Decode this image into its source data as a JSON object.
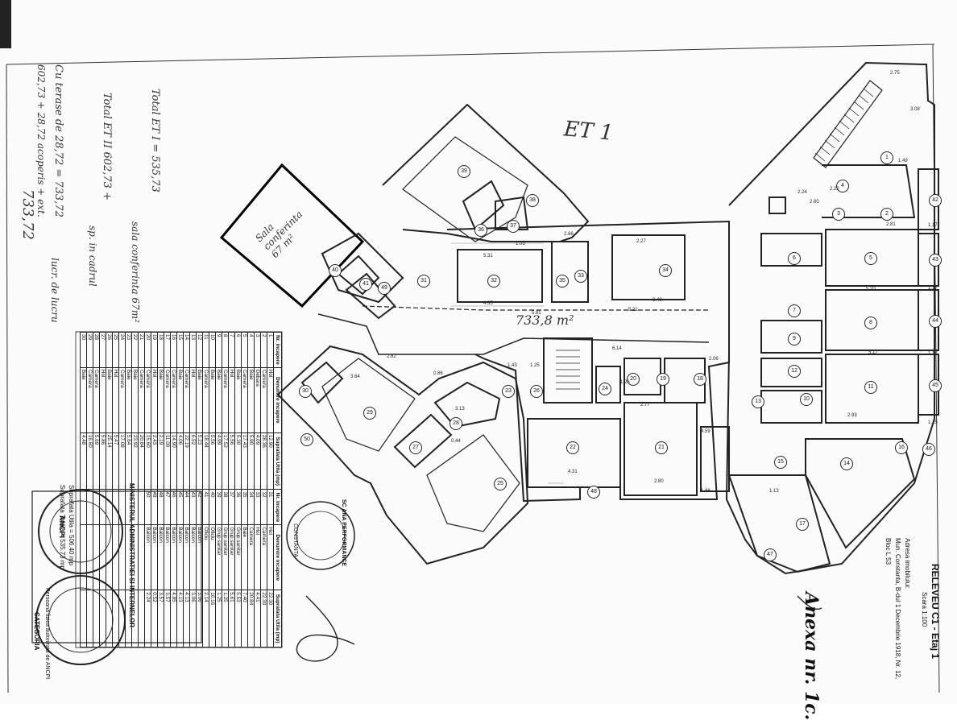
{
  "title_block": {
    "title": "RELEVEU C1 - Etaj 1",
    "scale": "Scara 1:100",
    "address_label": "Adresa imobilului:",
    "address_line1": "Mun. Constanta, B-dul 1 Decembrie 1918, Nr. 12,",
    "address_line2": "Bloc L 53",
    "annex": "Anexa nr. 1c."
  },
  "handwritten": {
    "floor_label": "ET 1",
    "area_center": "733,8 m²",
    "hatched_room_line1": "Sala",
    "hatched_room_line2": "conferinta",
    "hatched_room_line3": "67 m²",
    "note_1": "Total ET I = 535,73",
    "note_2": "sala conferinta 67m²",
    "note_3": "Total ET II 602,73 +",
    "note_4": "sp. in cadrul",
    "note_5": "Cu terase de 28,72 = 733,72",
    "note_6": "602,73 + 28,72 acoperis + ext.",
    "note_7": "733,72",
    "note_8": "lucr. de lucru"
  },
  "legend": {
    "headers": [
      "Nr. incapere",
      "Denumire incapere",
      "Suprafata Utila (mp)",
      "Nr. incapere",
      "Denumire incapere",
      "Suprafata Utila (mp)"
    ],
    "rows_left": [
      [
        "1",
        "Hol",
        "12.90"
      ],
      [
        "2",
        "Camera",
        "28.36"
      ],
      [
        "3",
        "Debara",
        "4.09"
      ],
      [
        "4",
        "Baie",
        "5.90"
      ],
      [
        "5",
        "Camera",
        "17.43"
      ],
      [
        "6",
        "Baie",
        "5.30"
      ],
      [
        "7",
        "Hol",
        "5.56"
      ],
      [
        "8",
        "Camera",
        "17.52"
      ],
      [
        "9",
        "Baie",
        "4.99"
      ],
      [
        "10",
        "Baie",
        "5.56"
      ],
      [
        "11",
        "Camera",
        "18.44"
      ],
      [
        "12",
        "Baie",
        "5.23"
      ],
      [
        "13",
        "Hol",
        "6.52"
      ],
      [
        "14",
        "Camera",
        "22.19"
      ],
      [
        "15",
        "Baie",
        "4.06"
      ],
      [
        "16",
        "Camera",
        "14.90"
      ],
      [
        "17",
        "Camera",
        "11.00"
      ],
      [
        "18",
        "Baie",
        "2.19"
      ],
      [
        "19",
        "Hol",
        "2.43"
      ],
      [
        "20",
        "Camera",
        "15.60"
      ],
      [
        "21",
        "Camera",
        "20.84"
      ],
      [
        "22",
        "Baie",
        "23.92"
      ],
      [
        "23",
        "Baie",
        "5.64"
      ],
      [
        "24",
        "Camera",
        "17.08"
      ],
      [
        "25",
        "Hol",
        "5.47"
      ],
      [
        "26",
        "Baie",
        "25.14"
      ],
      [
        "27",
        "Hol",
        "5.86"
      ],
      [
        "28",
        "Camera",
        "5.69"
      ],
      [
        "29",
        "Camera",
        "16.60"
      ],
      [
        "30",
        "Baie",
        "4.48"
      ]
    ],
    "rows_right": [
      [
        "31",
        "Hol",
        "22.30"
      ],
      [
        "32",
        "Camera",
        "22.30"
      ],
      [
        "33",
        "Hol",
        "4.41"
      ],
      [
        "34",
        "Camera",
        "20.84"
      ],
      [
        "35",
        "Baie",
        "7.40"
      ],
      [
        "36",
        "Grup sanitar",
        "5.53"
      ],
      [
        "37",
        "Grup sanitar",
        "5.61"
      ],
      [
        "38",
        "Grup sanitar",
        "1.25"
      ],
      [
        "39",
        "Grup sanitar",
        "1.25"
      ],
      [
        "40",
        "Oficiu",
        "10.16"
      ],
      [
        "41",
        "Oficiu",
        "2.14"
      ],
      [
        "42",
        "Balcon",
        "3.06"
      ],
      [
        "43",
        "Balcon",
        "3.06"
      ],
      [
        "44",
        "Balcon",
        "4.13"
      ],
      [
        "45",
        "Balcon",
        "4.13"
      ],
      [
        "46",
        "Balcon",
        "4.85"
      ],
      [
        "47",
        "Balcon",
        "3.57"
      ],
      [
        "48",
        "Balcon",
        "3.57"
      ],
      [
        "49",
        "Balcon",
        "0.52"
      ],
      [
        "50",
        "Balcon",
        "2.24"
      ]
    ],
    "total_useful": "Suprafata Utila = 506.40 mp",
    "total_built": "Suprafata Totala = 535.73 mp"
  },
  "stamps": {
    "ministry": "MINISTERUL ADMINISTRATIEI SI INTERNELOR",
    "ancpi": "ANCPI",
    "authorized": "Persoana fizica autorizata de ANCPI",
    "category": "CATEGORIA",
    "company": "SC ANA PERFORMANCE",
    "city": "CONSTANTA"
  },
  "rooms": [
    "1",
    "2",
    "3",
    "4",
    "5",
    "6",
    "7",
    "8",
    "9",
    "10",
    "11",
    "12",
    "13",
    "14",
    "15",
    "16",
    "17",
    "18",
    "19",
    "20",
    "21",
    "22",
    "23",
    "24",
    "25",
    "26",
    "27",
    "28",
    "29",
    "30",
    "31",
    "32",
    "33",
    "34",
    "35",
    "36",
    "37",
    "38",
    "39",
    "40",
    "41",
    "42",
    "43",
    "44",
    "45",
    "46",
    "47",
    "48",
    "49",
    "50"
  ],
  "dimensions": [
    "2.75",
    "3.08",
    "1.49",
    "2.24",
    "2.22",
    "2.81",
    "1.17",
    "2.60",
    "5.20",
    "1.17",
    "5.17",
    "1.17",
    "2.93",
    "1.15",
    "6.14",
    "5.21",
    "5.81",
    "4.35",
    "5.31",
    "2.27",
    "3.40",
    "1.03",
    "2.66",
    "2.82",
    "3.64",
    "1.43",
    "1.25",
    "1.26",
    "2.77",
    "2.80",
    "4.31",
    "3.13",
    "4.59",
    "1.88",
    "1.13",
    "2.06",
    "0.86",
    "0.44"
  ]
}
